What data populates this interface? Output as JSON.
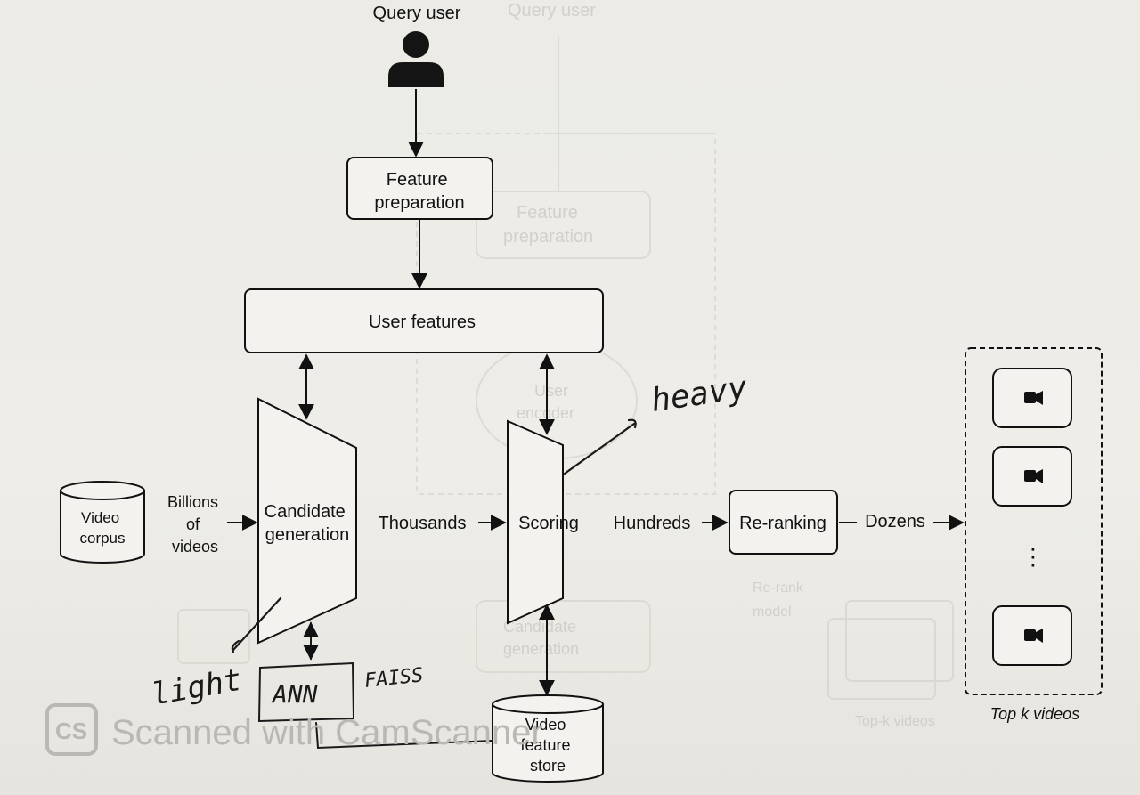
{
  "nodes": {
    "query_user": "Query user",
    "feature_preparation": [
      "Feature",
      "preparation"
    ],
    "user_features": "User features",
    "video_corpus": [
      "Video",
      "corpus"
    ],
    "candidate_generation": [
      "Candidate",
      "generation"
    ],
    "scoring": "Scoring",
    "re_ranking": "Re-ranking",
    "video_feature_store": [
      "Video",
      "feature",
      "store"
    ],
    "top_k_videos": "Top k videos",
    "ellipsis": "⋮"
  },
  "edges": {
    "billions": [
      "Billions",
      "of",
      "videos"
    ],
    "thousands": "Thousands",
    "hundreds": "Hundreds",
    "dozens": "Dozens"
  },
  "annotations": {
    "heavy": "heavy",
    "light": "light",
    "ann": "ANN",
    "faiss": "FAISS"
  },
  "watermark": {
    "logo": "CS",
    "text": "Scanned with CamScanner"
  },
  "colors": {
    "ink": "#111111",
    "paper": "#eceae5",
    "bleed": "#c9c7c1"
  },
  "icons": [
    "user-icon",
    "video-camera-icon",
    "camscanner-logo-icon"
  ]
}
